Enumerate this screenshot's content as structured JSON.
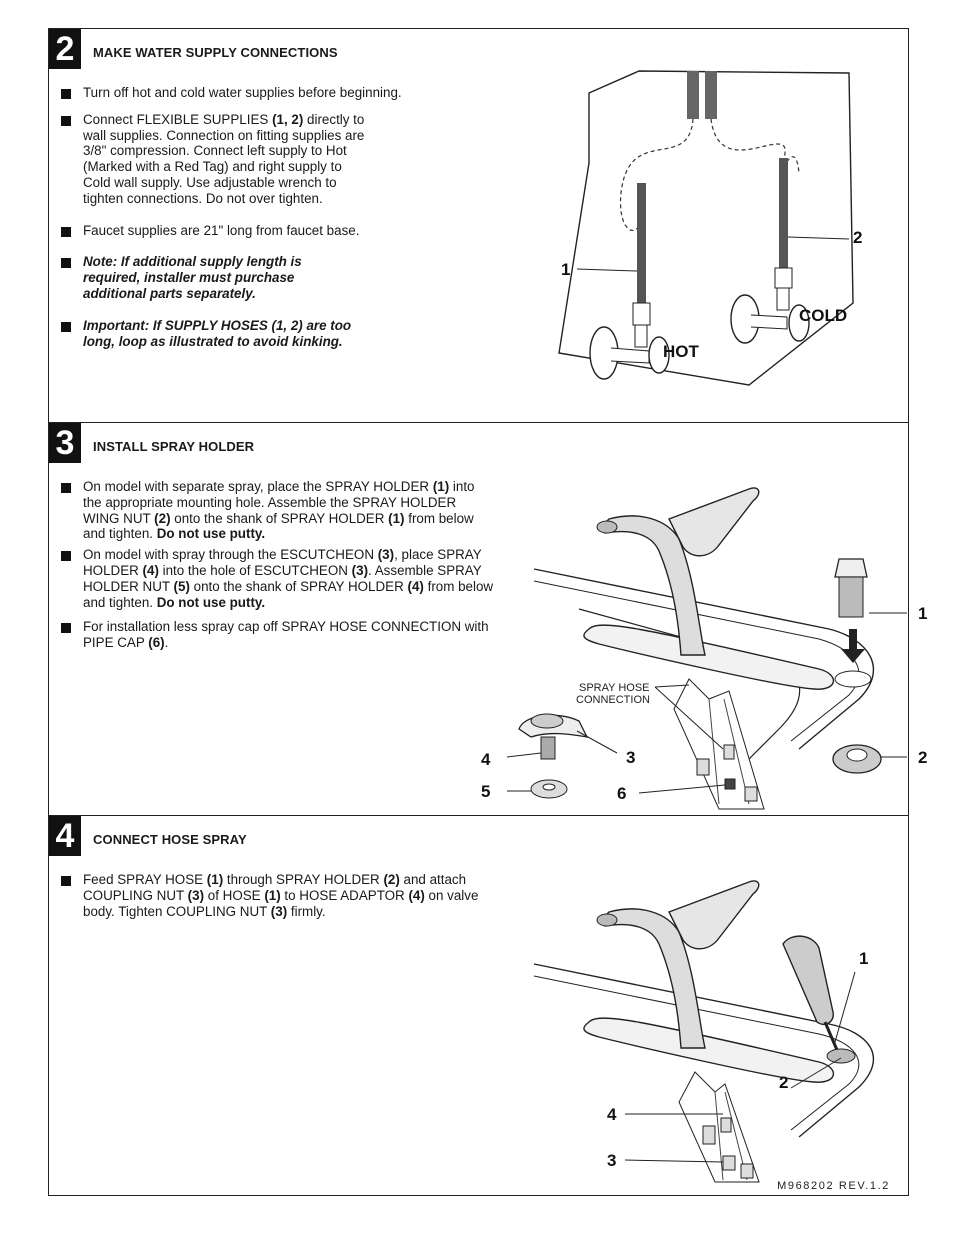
{
  "steps": [
    {
      "number": "2",
      "title": "MAKE WATER SUPPLY CONNECTIONS",
      "bullets": [
        "Turn off hot and cold water supplies before beginning.",
        "Connect FLEXIBLE SUPPLIES (1, 2) directly to wall supplies. Connection on fitting supplies are 3/8\" compression. Connect left supply to Hot (Marked with a Red Tag) and right supply to Cold wall supply. Use adjustable wrench to tighten connections. Do not over tighten.",
        "Faucet supplies are 21\" long from faucet base.",
        "Note: If additional supply length is required, installer must purchase additional parts separately.",
        "Important: If SUPPLY HOSES (1, 2) are too long, loop as illustrated to avoid kinking."
      ],
      "figure_labels": {
        "hose1": "1",
        "hose2": "2",
        "hot": "HOT",
        "cold": "COLD"
      }
    },
    {
      "number": "3",
      "title": "INSTALL SPRAY HOLDER",
      "bullets": [
        "On model with separate spray, place the SPRAY HOLDER (1) into the appropriate mounting hole. Assemble the SPRAY HOLDER WING NUT (2) onto the shank of SPRAY HOLDER (1) from below and tighten. Do not use putty.",
        "On model with spray through the ESCUTCHEON (3), place SPRAY HOLDER (4) into the hole of ESCUTCHEON (3). Assemble SPRAY HOLDER NUT (5) onto the shank of SPRAY HOLDER (4) from below and tighten. Do not use putty.",
        "For installation less spray cap off SPRAY HOSE CONNECTION with PIPE CAP (6)."
      ],
      "figure_labels": {
        "p1": "1",
        "p2": "2",
        "p3": "3",
        "p4": "4",
        "p5": "5",
        "p6": "6",
        "spray_hose": "SPRAY HOSE",
        "connection": "CONNECTION"
      }
    },
    {
      "number": "4",
      "title": "CONNECT HOSE SPRAY",
      "bullets": [
        "Feed SPRAY HOSE (1) through SPRAY HOLDER (2) and attach COUPLING NUT (3) of HOSE (1) to HOSE ADAPTOR (4) on valve body. Tighten COUPLING NUT (3) firmly."
      ],
      "figure_labels": {
        "p1": "1",
        "p2": "2",
        "p3": "3",
        "p4": "4"
      }
    }
  ],
  "footer": {
    "doc_ref": "M968202 REV.1.2"
  }
}
